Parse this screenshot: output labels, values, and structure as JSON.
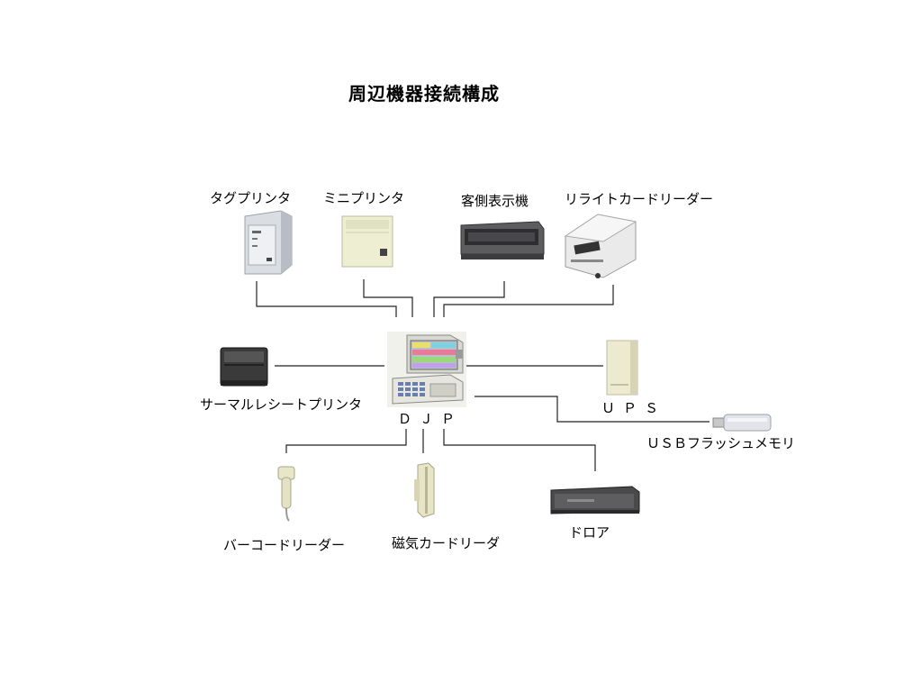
{
  "title": "周辺機器接続構成",
  "devices": {
    "tag_printer": "タグプリンタ",
    "mini_printer": "ミニプリンタ",
    "customer_display": "客側表示機",
    "rewrite_card_reader": "リライトカードリーダー",
    "thermal_receipt_printer": "サーマルレシートプリンタ",
    "djp": "ＤＪＰ",
    "ups": "ＵＰＳ",
    "usb_flash_memory": "ＵＳＢフラッシュメモリ",
    "barcode_reader": "バーコードリーダー",
    "magnetic_card_reader": "磁気カードリーダ",
    "drawer": "ドロア"
  }
}
